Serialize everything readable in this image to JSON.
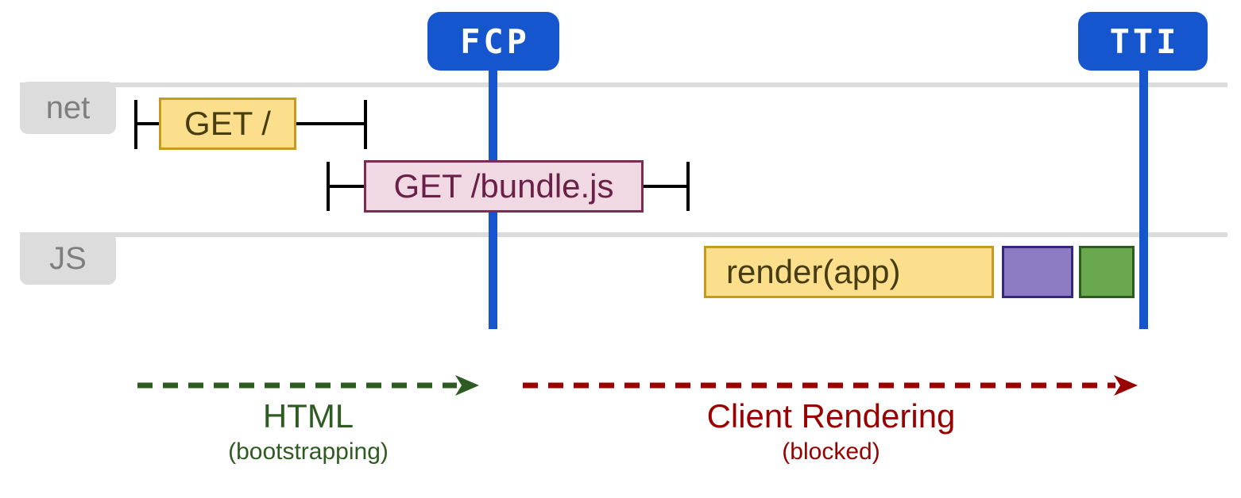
{
  "markers": [
    {
      "id": "fcp",
      "label": "FCP"
    },
    {
      "id": "tti",
      "label": "TTI"
    }
  ],
  "lanes": [
    {
      "label": "net"
    },
    {
      "label": "JS"
    }
  ],
  "tasks": {
    "get_root": {
      "label": "GET /"
    },
    "get_bundle": {
      "label": "GET /bundle.js"
    },
    "render_app": {
      "label": "render(app)"
    },
    "block_purple": {
      "label": ""
    },
    "block_green": {
      "label": ""
    }
  },
  "phases": [
    {
      "label": "HTML",
      "sublabel": "(bootstrapping)",
      "color": "#2E5B22"
    },
    {
      "label": "Client Rendering",
      "sublabel": "(blocked)",
      "color": "#990000"
    }
  ],
  "colors": {
    "marker_blue": "#1555CD",
    "lane_gray": "#DCDCDC",
    "lane_label_text": "#7E7E7E",
    "yellow_fill": "#FBDF8C",
    "yellow_border": "#C49A1F",
    "yellow_text": "#473C12",
    "pink_fill": "#F0D9E3",
    "pink_border": "#7C2B55",
    "pink_text": "#6B2048",
    "purple_fill": "#8D7CC4",
    "purple_border": "#36267E",
    "green_fill": "#69A84E",
    "green_border": "#2E5C1E",
    "whisker_black": "#000000",
    "phase_green": "#2E5B22",
    "phase_red": "#990000"
  }
}
